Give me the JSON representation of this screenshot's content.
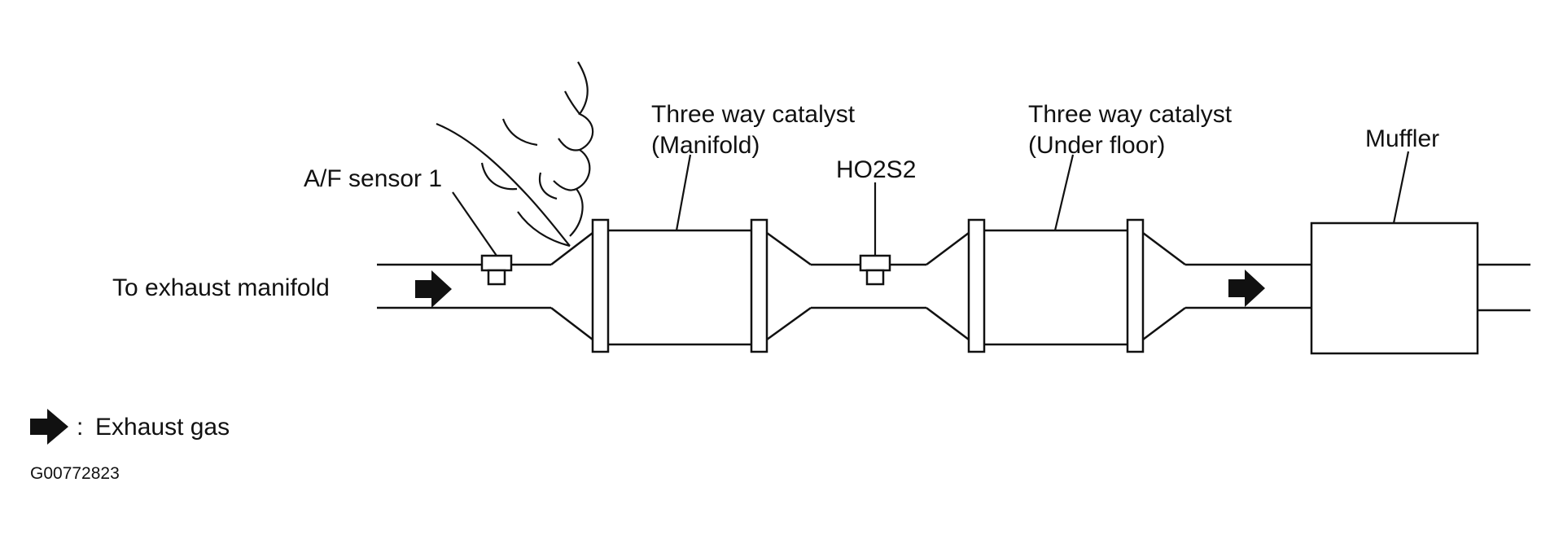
{
  "labels": {
    "to_exhaust_manifold": "To exhaust manifold",
    "af_sensor": "A/F sensor 1",
    "catalyst_manifold_line1": "Three way catalyst",
    "catalyst_manifold_line2": "(Manifold)",
    "ho2s2": "HO2S2",
    "catalyst_underfloor_line1": "Three way catalyst",
    "catalyst_underfloor_line2": "(Under floor)",
    "muffler": "Muffler"
  },
  "legend": {
    "separator": ":",
    "text": "Exhaust gas"
  },
  "figure_id": "G00772823",
  "colors": {
    "line": "#111111",
    "background": "#ffffff"
  }
}
